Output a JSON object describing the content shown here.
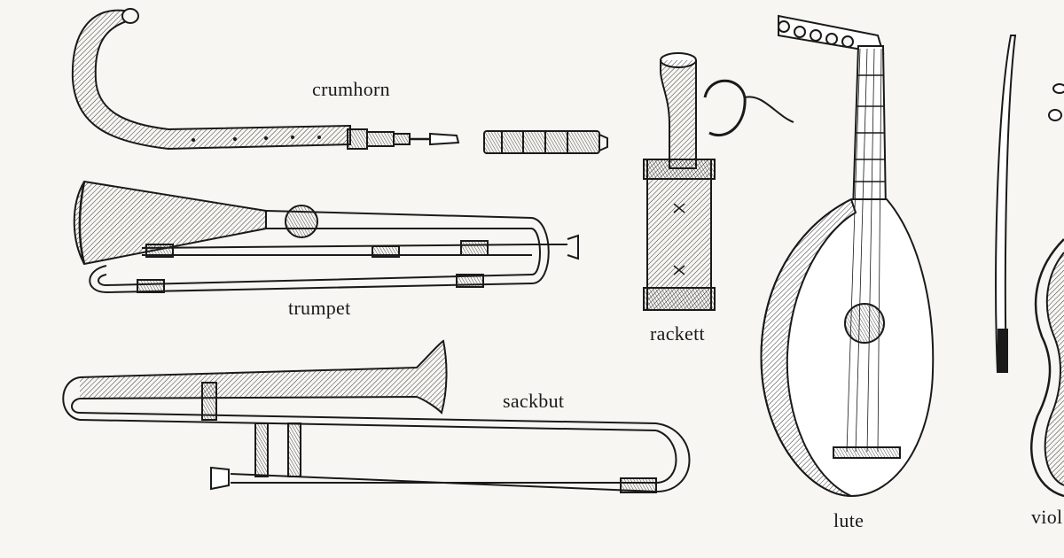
{
  "labels": {
    "crumhorn": "crumhorn",
    "trumpet": "trumpet",
    "rackett": "rackett",
    "sackbut": "sackbut",
    "lute": "lute",
    "viol": "viol"
  },
  "colors": {
    "paper": "#f7f6f2",
    "ink": "#1a1a1a"
  }
}
